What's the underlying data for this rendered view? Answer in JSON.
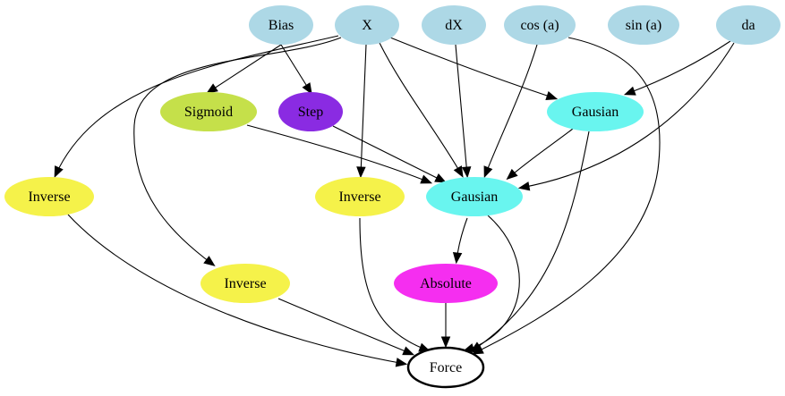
{
  "graph": {
    "nodes": [
      {
        "id": "bias",
        "label": "Bias",
        "color": "#add8e6"
      },
      {
        "id": "x",
        "label": "X",
        "color": "#add8e6"
      },
      {
        "id": "dx",
        "label": "dX",
        "color": "#add8e6"
      },
      {
        "id": "cosa",
        "label": "cos (a)",
        "color": "#add8e6"
      },
      {
        "id": "sina",
        "label": "sin (a)",
        "color": "#add8e6"
      },
      {
        "id": "da",
        "label": "da",
        "color": "#add8e6"
      },
      {
        "id": "sigmoid",
        "label": "Sigmoid",
        "color": "#c5e04a"
      },
      {
        "id": "step",
        "label": "Step",
        "color": "#8a2be2"
      },
      {
        "id": "gausian_top",
        "label": "Gausian",
        "color": "#69f5ef"
      },
      {
        "id": "inverse_left",
        "label": "Inverse",
        "color": "#f5f24a"
      },
      {
        "id": "inverse_mid",
        "label": "Inverse",
        "color": "#f5f24a"
      },
      {
        "id": "gausian_main",
        "label": "Gausian",
        "color": "#69f5ef"
      },
      {
        "id": "inverse_low",
        "label": "Inverse",
        "color": "#f5f24a"
      },
      {
        "id": "absolute",
        "label": "Absolute",
        "color": "#f52ef0"
      },
      {
        "id": "force",
        "label": "Force",
        "color": "#ffffff"
      }
    ],
    "edges": [
      {
        "from": "bias",
        "to": "sigmoid"
      },
      {
        "from": "bias",
        "to": "step"
      },
      {
        "from": "x",
        "to": "inverse_left"
      },
      {
        "from": "x",
        "to": "inverse_low"
      },
      {
        "from": "x",
        "to": "inverse_mid"
      },
      {
        "from": "x",
        "to": "gausian_main"
      },
      {
        "from": "x",
        "to": "gausian_top"
      },
      {
        "from": "dx",
        "to": "gausian_main"
      },
      {
        "from": "cosa",
        "to": "gausian_main"
      },
      {
        "from": "cosa",
        "to": "force"
      },
      {
        "from": "da",
        "to": "gausian_top"
      },
      {
        "from": "da",
        "to": "gausian_main"
      },
      {
        "from": "sigmoid",
        "to": "gausian_main"
      },
      {
        "from": "step",
        "to": "gausian_main"
      },
      {
        "from": "gausian_top",
        "to": "gausian_main"
      },
      {
        "from": "gausian_top",
        "to": "force"
      },
      {
        "from": "inverse_left",
        "to": "force"
      },
      {
        "from": "inverse_mid",
        "to": "force"
      },
      {
        "from": "gausian_main",
        "to": "absolute"
      },
      {
        "from": "gausian_main",
        "to": "force"
      },
      {
        "from": "inverse_low",
        "to": "force"
      },
      {
        "from": "absolute",
        "to": "force"
      }
    ]
  }
}
